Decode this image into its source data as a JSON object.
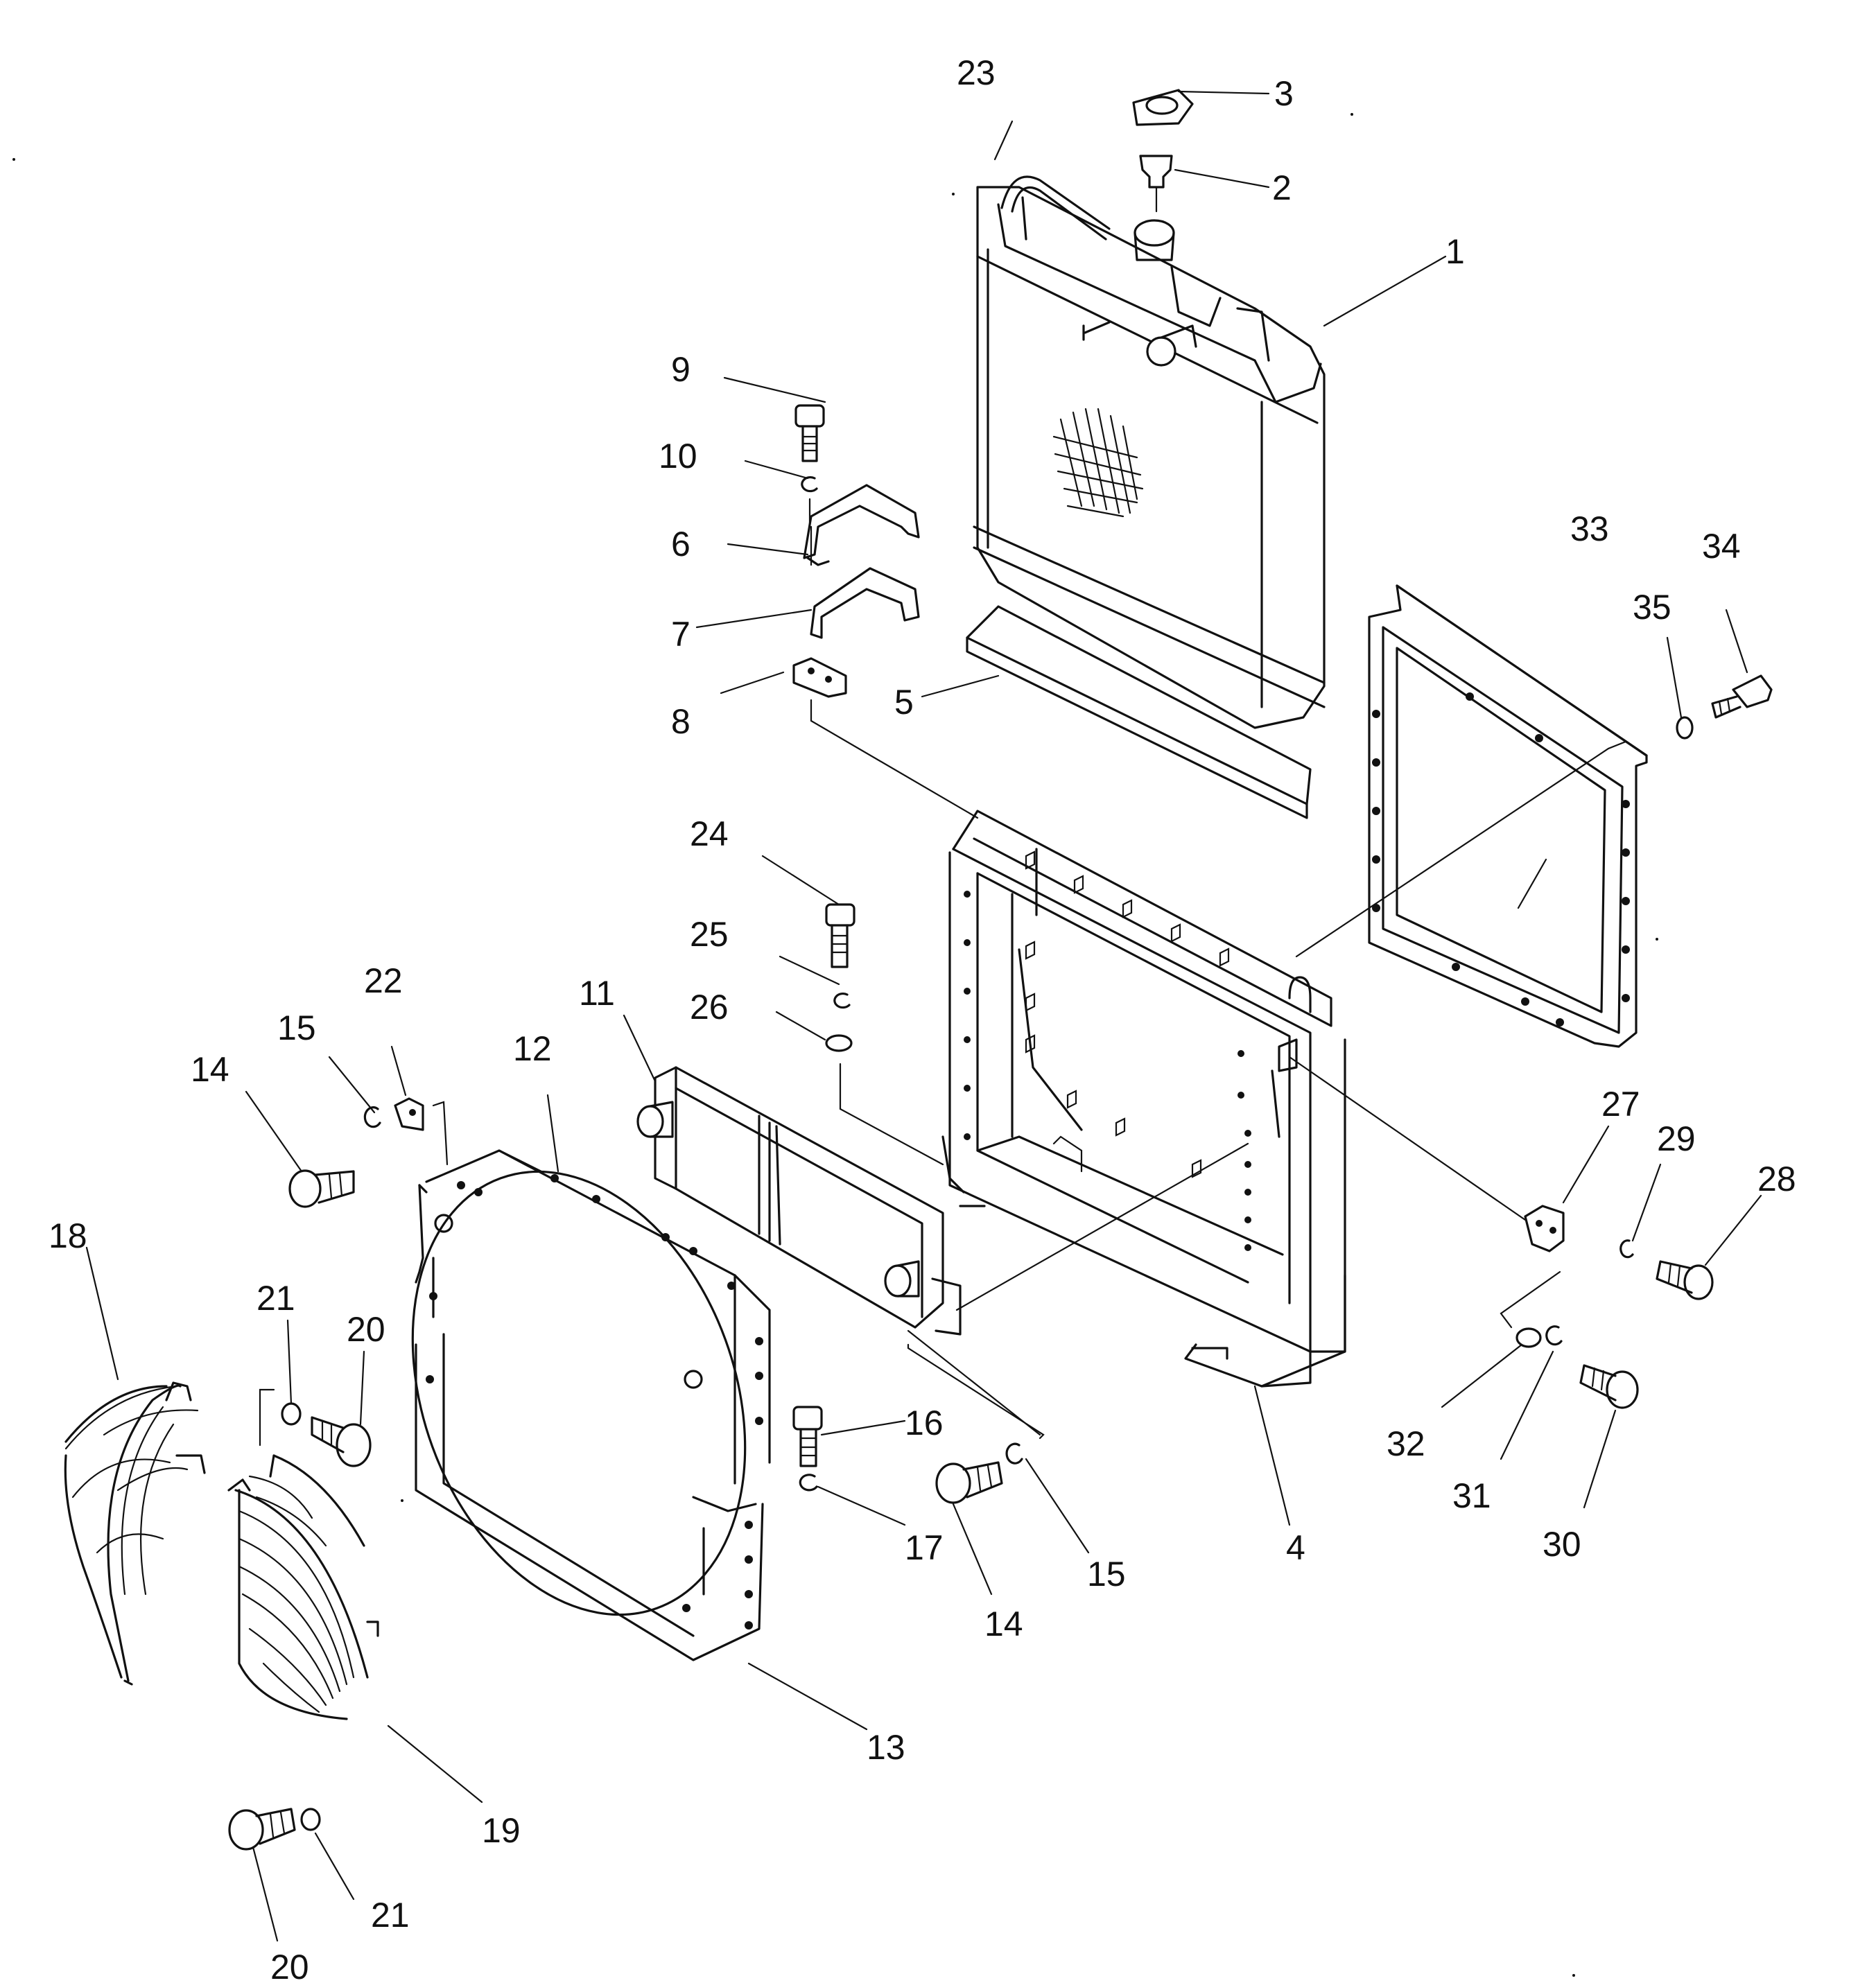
{
  "labels": {
    "p1": "1",
    "p2": "2",
    "p3": "3",
    "p4": "4",
    "p5": "5",
    "p6": "6",
    "p7": "7",
    "p8": "8",
    "p9": "9",
    "p10": "10",
    "p11": "11",
    "p12": "12",
    "p13": "13",
    "p14a": "14",
    "p14b": "14",
    "p15a": "15",
    "p15b": "15",
    "p16": "16",
    "p17": "17",
    "p18": "18",
    "p19": "19",
    "p20a": "20",
    "p20b": "20",
    "p21a": "21",
    "p21b": "21",
    "p22": "22",
    "p23": "23",
    "p24": "24",
    "p25": "25",
    "p26": "26",
    "p27": "27",
    "p28": "28",
    "p29": "29",
    "p30": "30",
    "p31": "31",
    "p32": "32",
    "p33": "33",
    "p34": "34",
    "p35": "35"
  }
}
